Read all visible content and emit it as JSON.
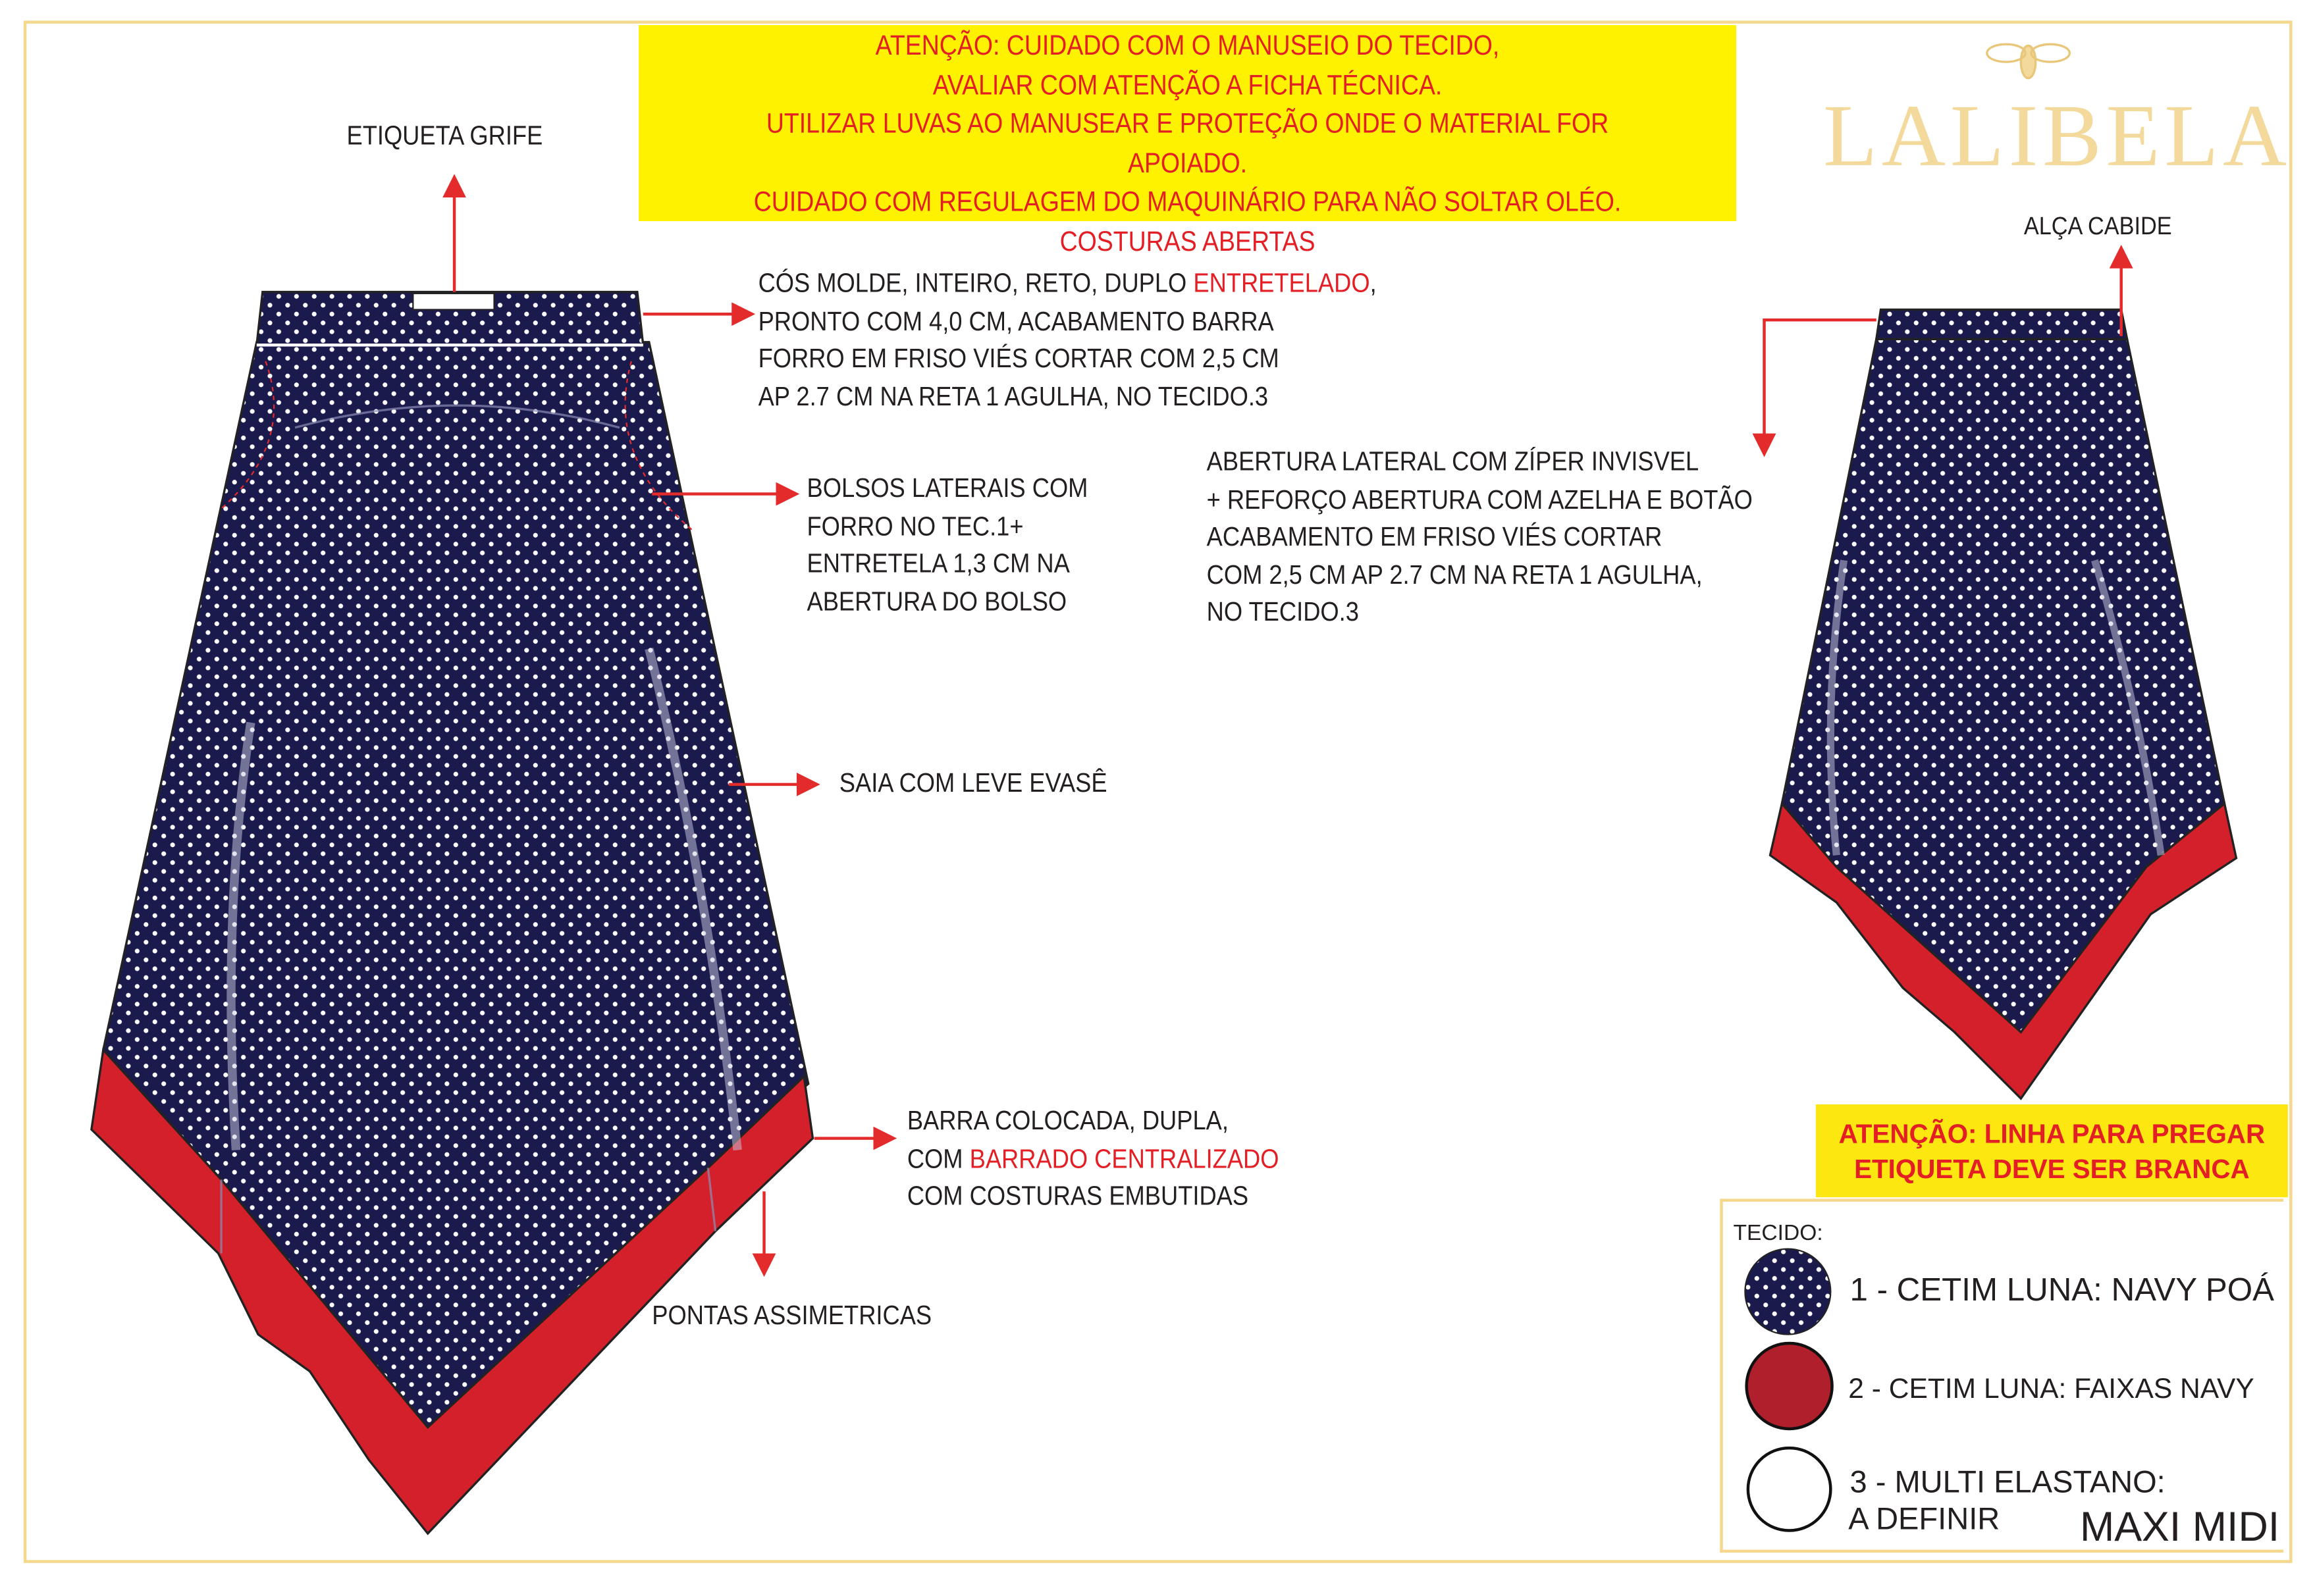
{
  "warning_box": {
    "lines": [
      "ATENÇÃO:  CUIDADO COM O MANUSEIO DO TECIDO,",
      "AVALIAR COM ATENÇÃO A FICHA TÉCNICA.",
      "UTILIZAR LUVAS AO MANUSEAR E PROTEÇÃO ONDE O MATERIAL FOR APOIADO.",
      "CUIDADO COM REGULAGEM DO MAQUINÁRIO PARA NÃO SOLTAR OLÉO.",
      "COSTURAS ABERTAS"
    ]
  },
  "brand": {
    "name": "LALIBELA",
    "color": "#f3d99b"
  },
  "annotations": {
    "etiqueta_grife": "ETIQUETA GRIFE",
    "cos": {
      "l1_a": "CÓS MOLDE, INTEIRO, RETO, DUPLO ",
      "l1_b": "ENTRETELADO",
      "l1_c": ",",
      "l2": "PRONTO COM 4,0 CM, ACABAMENTO BARRA",
      "l3": " FORRO EM FRISO VIÉS CORTAR COM 2,5 CM",
      "l4": " AP 2.7 CM  NA RETA 1 AGULHA, NO TECIDO.3"
    },
    "bolsos": [
      "BOLSOS LATERAIS COM",
      "FORRO NO TEC.1+",
      "ENTRETELA 1,3 CM NA",
      "ABERTURA DO BOLSO"
    ],
    "abertura": [
      "ABERTURA LATERAL COM ZÍPER INVISVEL",
      "+    REFORÇO ABERTURA COM AZELHA E BOTÃO",
      "ACABAMENTO EM FRISO VIÉS CORTAR",
      "COM 2,5 CM  AP 2.7 CM  NA RETA 1 AGULHA,",
      "NO TECIDO.3"
    ],
    "alca": "ALÇA CABIDE",
    "saia": "SAIA COM LEVE EVASÊ",
    "barra": {
      "l1": "BARRA COLOCADA, DUPLA,",
      "l2_a": "COM ",
      "l2_b": "BARRADO CENTRALIZADO",
      "l3": "COM COSTURAS EMBUTIDAS"
    },
    "pontas": "PONTAS ASSIMETRICAS"
  },
  "warning_thread": [
    "ATENÇÃO: LINHA PARA PREGAR",
    "ETIQUETA DEVE SER BRANCA"
  ],
  "legend": {
    "title": "TECIDO:",
    "items": [
      {
        "label": "1 - CETIM LUNA: NAVY POÁ",
        "color": "#13123b"
      },
      {
        "label": "2 - CETIM LUNA: FAIXAS NAVY",
        "color": "#b01f2c"
      },
      {
        "label": "3 - MULTI ELASTANO:",
        "label2": "A DEFINIR",
        "color": "#ffffff"
      }
    ],
    "model": "MAXI MIDI"
  },
  "colors": {
    "navy": "#1b1a4d",
    "red": "#d3202a",
    "arrow": "#e32b2b"
  }
}
